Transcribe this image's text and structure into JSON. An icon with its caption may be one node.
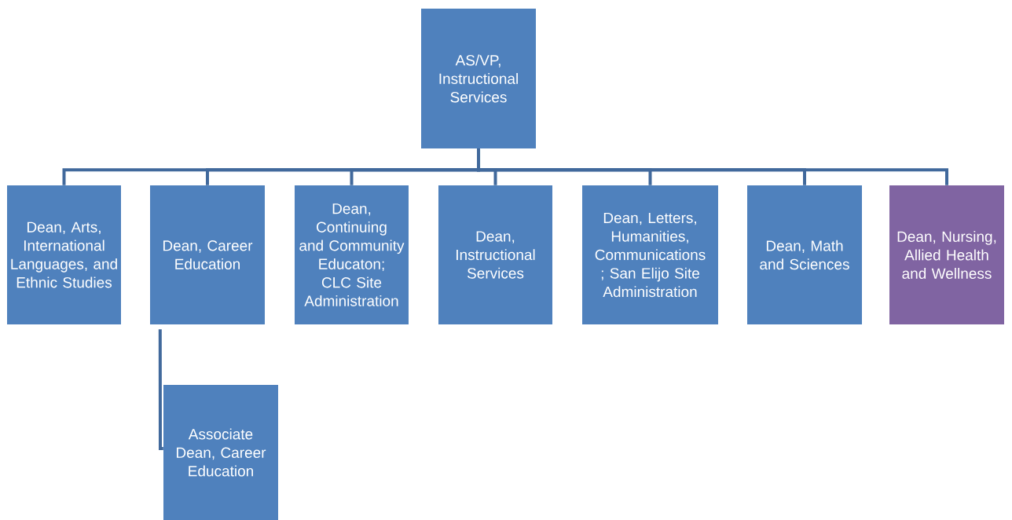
{
  "diagram": {
    "nodes": [
      {
        "text": [
          "AS/VP, Instructional Services"
        ]
      },
      {
        "text": [
          "Dean, Arts, International Languages, and Ethnic Studies"
        ]
      },
      {
        "text": [
          "Dean, Career Education"
        ]
      },
      {
        "text": [
          "Dean, Continuing and Community Educaton; CLC Site Administration"
        ]
      },
      {
        "text": [
          "Dean, Instructional Services"
        ]
      },
      {
        "text": [
          "Dean, Letters, Humanities, Communications ; San Elijo Site Administration"
        ]
      },
      {
        "text": [
          "Dean, Math and Sciences"
        ]
      },
      {
        "text": [
          "Dean, Nursing, Allied Health and Wellness"
        ]
      },
      {
        "text": [
          "Associate Dean, Career Education"
        ]
      }
    ],
    "edges": [
      {
        "from": 0,
        "to": 1,
        "arrow": "none"
      },
      {
        "from": 0,
        "to": 2,
        "arrow": "none"
      },
      {
        "from": 0,
        "to": 3,
        "arrow": "none"
      },
      {
        "from": 0,
        "to": 4,
        "arrow": "none"
      },
      {
        "from": 0,
        "to": 5,
        "arrow": "none"
      },
      {
        "from": 0,
        "to": 6,
        "arrow": "none"
      },
      {
        "from": 0,
        "to": 7,
        "arrow": "none"
      },
      {
        "from": 2,
        "to": 8,
        "arrow": "none"
      }
    ]
  }
}
